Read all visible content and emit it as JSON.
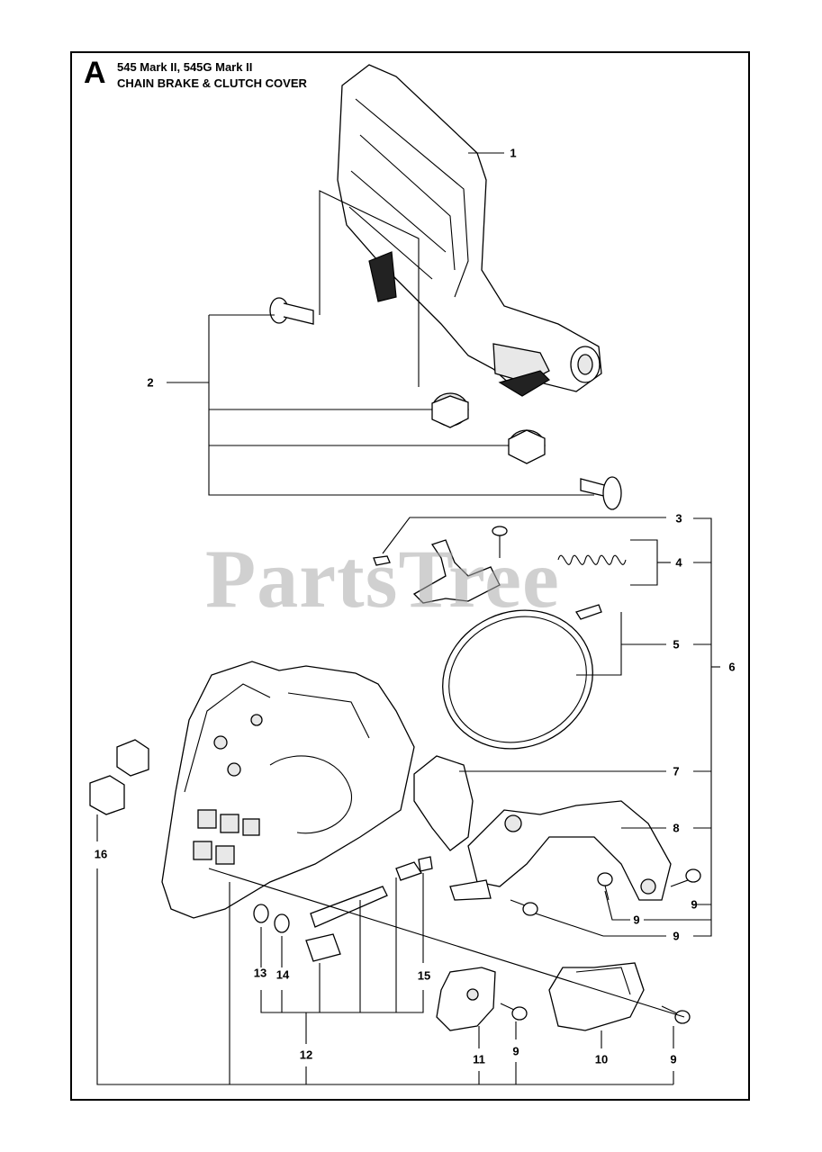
{
  "header": {
    "section_letter": "A",
    "model_line": "545 Mark II, 545G Mark II",
    "title": "CHAIN BRAKE & CLUTCH COVER"
  },
  "watermark": "PartsTree",
  "callouts": [
    {
      "id": "c1",
      "label": "1"
    },
    {
      "id": "c2",
      "label": "2"
    },
    {
      "id": "c3",
      "label": "3"
    },
    {
      "id": "c4",
      "label": "4"
    },
    {
      "id": "c5",
      "label": "5"
    },
    {
      "id": "c6",
      "label": "6"
    },
    {
      "id": "c7",
      "label": "7"
    },
    {
      "id": "c8",
      "label": "8"
    },
    {
      "id": "c9a",
      "label": "9"
    },
    {
      "id": "c9b",
      "label": "9"
    },
    {
      "id": "c9c",
      "label": "9"
    },
    {
      "id": "c9d",
      "label": "9"
    },
    {
      "id": "c9e",
      "label": "9"
    },
    {
      "id": "c10",
      "label": "10"
    },
    {
      "id": "c11",
      "label": "11"
    },
    {
      "id": "c12",
      "label": "12"
    },
    {
      "id": "c13",
      "label": "13"
    },
    {
      "id": "c14",
      "label": "14"
    },
    {
      "id": "c15",
      "label": "15"
    },
    {
      "id": "c16",
      "label": "16"
    }
  ]
}
